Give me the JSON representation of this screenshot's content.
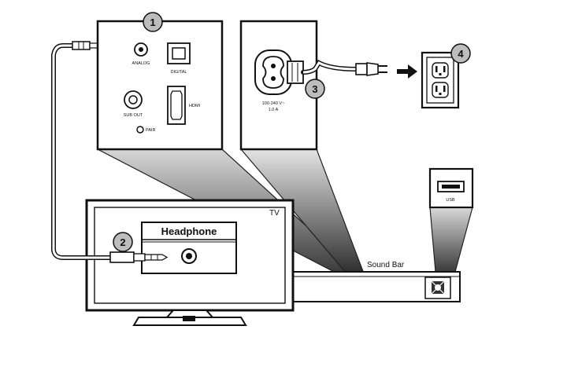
{
  "panel_analog": "ANALOG",
  "panel_digital": "DIGITAL",
  "panel_sub_out": "SUB OUT",
  "panel_hdmi": "HDMI",
  "panel_pair": "PAIR",
  "power_rating_line1": "100-240 V~",
  "power_rating_line2": "1.0 A",
  "usb_label": "USB",
  "tv_label": "TV",
  "headphone_label": "Headphone",
  "soundbar_label": "Sound Bar",
  "step_badges": [
    "1",
    "2",
    "3",
    "4"
  ],
  "colors": {
    "line": "#111111",
    "badge": "#bdbdbd",
    "shade": "#8a8a8a"
  }
}
